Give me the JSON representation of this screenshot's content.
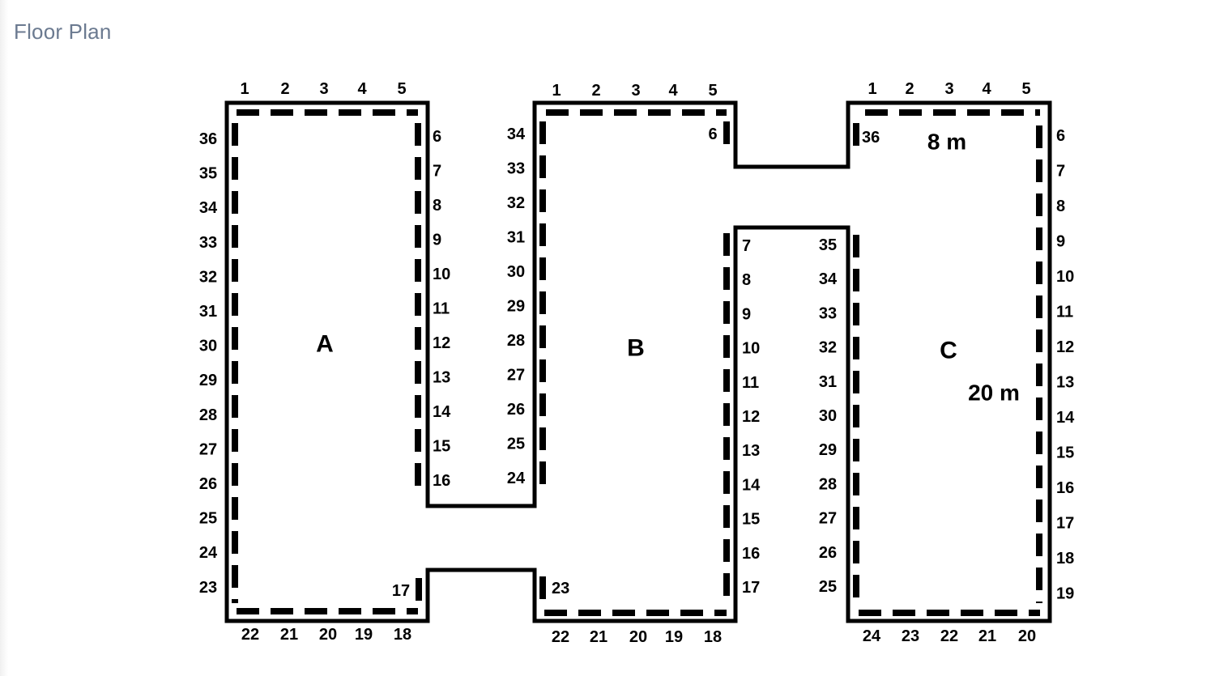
{
  "page": {
    "title": "Floor Plan"
  },
  "plan": {
    "halls": [
      {
        "label": "A",
        "top": [
          "1",
          "2",
          "3",
          "4",
          "5"
        ],
        "right": [
          "6",
          "7",
          "8",
          "9",
          "10",
          "11",
          "12",
          "13",
          "14",
          "15",
          "16"
        ],
        "corner": "17",
        "bottom": [
          "22",
          "21",
          "20",
          "19",
          "18"
        ],
        "left": [
          "36",
          "35",
          "34",
          "33",
          "32",
          "31",
          "30",
          "29",
          "28",
          "27",
          "26",
          "25",
          "24",
          "23"
        ]
      },
      {
        "label": "B",
        "top": [
          "1",
          "2",
          "3",
          "4",
          "5"
        ],
        "corner_top": "6",
        "right": [
          "7",
          "8",
          "9",
          "10",
          "11",
          "12",
          "13",
          "14",
          "15",
          "16",
          "17"
        ],
        "bottom": [
          "22",
          "21",
          "20",
          "19",
          "18"
        ],
        "corner_bottom": "23",
        "left": [
          "34",
          "33",
          "32",
          "31",
          "30",
          "29",
          "28",
          "27",
          "26",
          "25",
          "24"
        ]
      },
      {
        "label": "C",
        "top": [
          "1",
          "2",
          "3",
          "4",
          "5"
        ],
        "corner": "36",
        "right": [
          "6",
          "7",
          "8",
          "9",
          "10",
          "11",
          "12",
          "13",
          "14",
          "15",
          "16",
          "17",
          "18",
          "19"
        ],
        "bottom": [
          "24",
          "23",
          "22",
          "21",
          "20"
        ],
        "left": [
          "35",
          "34",
          "33",
          "32",
          "31",
          "30",
          "29",
          "28",
          "27",
          "26",
          "25"
        ]
      }
    ],
    "dimensions": {
      "width": "8 m",
      "length": "20 m"
    },
    "colors": {
      "title": "#6b7a90",
      "ink": "#000000"
    }
  }
}
